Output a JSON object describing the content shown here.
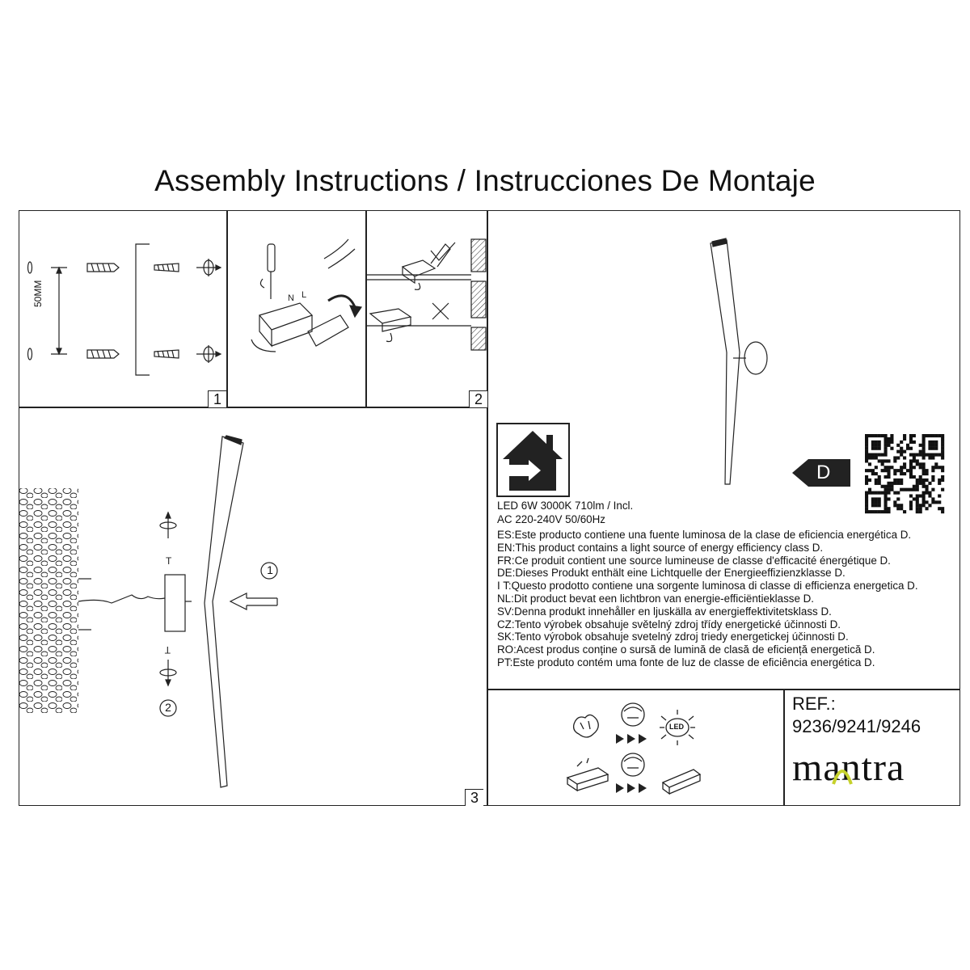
{
  "title": "Assembly Instructions / Instrucciones De Montaje",
  "step_numbers": [
    "1",
    "2",
    "3"
  ],
  "dimension_label": "50MM",
  "callouts": [
    "1",
    "2"
  ],
  "energy_class": "D",
  "specs": {
    "line1": "LED  6W  3000K  710lm / Incl.",
    "line2": "AC  220-240V  50/60Hz"
  },
  "energy_statements": [
    "ES:Este producto contiene una fuente luminosa de la clase de eficiencia energética D.",
    "EN:This product contains a light source of energy efficiency class D.",
    "FR:Ce produit contient une source lumineuse de classe d'efficacité énergétique D.",
    "DE:Dieses Produkt enthält eine Lichtquelle der Energieeffizienzklasse D.",
    "I T:Questo prodotto contiene una sorgente luminosa di classe di efficienza energetica D.",
    "NL:Dit product bevat een lichtbron van energie-efficiëntieklasse D.",
    "SV:Denna produkt innehåller en ljuskälla av energieffektivitetsklass D.",
    "CZ:Tento výrobek obsahuje světelný zdroj třídy energetické účinnosti D.",
    "SK:Tento výrobok obsahuje svetelný zdroj triedy energetickej účinnosti D.",
    "RO:Acest produs conține o sursă de lumină de clasă de eficiență energetică D.",
    "PT:Este produto contém uma fonte de luz de classe de eficiência energética D."
  ],
  "ref": {
    "label": "REF.:",
    "codes": "9236/9241/9246"
  },
  "brand": "mantra",
  "led_icon_label": "LED",
  "icons": [
    "screw-anchor-icon",
    "screwdriver-icon",
    "junction-box-icon",
    "rotate-arrow-icon",
    "house-arrow-icon",
    "qr-code-icon",
    "led-bulb-icon",
    "worker-icon",
    "driver-unit-icon"
  ]
}
